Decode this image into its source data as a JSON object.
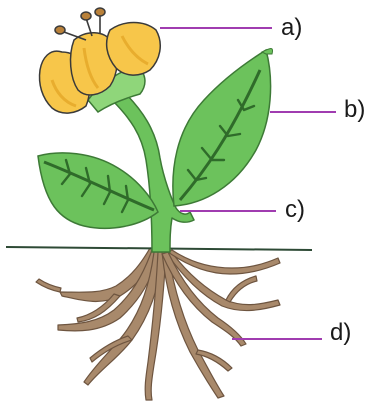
{
  "labels": {
    "a": "a)",
    "b": "b)",
    "c": "c)",
    "d": "d)"
  },
  "colors": {
    "leader_line": "#a03cb0",
    "petal": "#f7c64a",
    "petal_shade": "#e8ad2e",
    "stem_leaf": "#6cc25c",
    "leaf_light": "#8fd67a",
    "leaf_vein": "#2f6b2a",
    "root": "#a8896b",
    "root_dark": "#7d6048",
    "ground": "#2d4a35",
    "outline": "#3a3a3a"
  }
}
